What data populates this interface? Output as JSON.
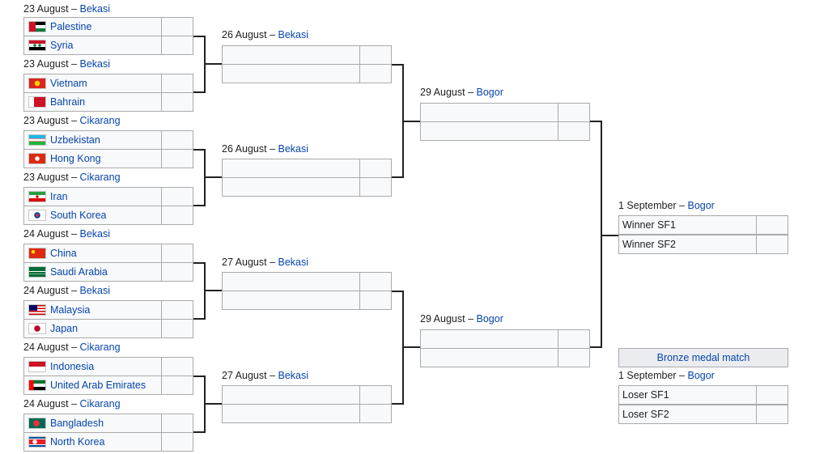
{
  "r16_headers": [
    {
      "date": "23 August",
      "venue": "Bekasi"
    },
    {
      "date": "23 August",
      "venue": "Bekasi"
    },
    {
      "date": "23 August",
      "venue": "Cikarang"
    },
    {
      "date": "23 August",
      "venue": "Cikarang"
    },
    {
      "date": "24 August",
      "venue": "Bekasi"
    },
    {
      "date": "24 August",
      "venue": "Bekasi"
    },
    {
      "date": "24 August",
      "venue": "Cikarang"
    },
    {
      "date": "24 August",
      "venue": "Cikarang"
    }
  ],
  "r16_teams": [
    {
      "name": "Palestine",
      "flag": "palestine-flag-icon"
    },
    {
      "name": "Syria",
      "flag": "syria-flag-icon"
    },
    {
      "name": "Vietnam",
      "flag": "vietnam-flag-icon"
    },
    {
      "name": "Bahrain",
      "flag": "bahrain-flag-icon"
    },
    {
      "name": "Uzbekistan",
      "flag": "uzbekistan-flag-icon"
    },
    {
      "name": "Hong Kong",
      "flag": "hong-kong-flag-icon"
    },
    {
      "name": "Iran",
      "flag": "iran-flag-icon"
    },
    {
      "name": "South Korea",
      "flag": "south-korea-flag-icon"
    },
    {
      "name": "China",
      "flag": "china-flag-icon"
    },
    {
      "name": "Saudi Arabia",
      "flag": "saudi-arabia-flag-icon"
    },
    {
      "name": "Malaysia",
      "flag": "malaysia-flag-icon"
    },
    {
      "name": "Japan",
      "flag": "japan-flag-icon"
    },
    {
      "name": "Indonesia",
      "flag": "indonesia-flag-icon"
    },
    {
      "name": "United Arab Emirates",
      "flag": "uae-flag-icon"
    },
    {
      "name": "Bangladesh",
      "flag": "bangladesh-flag-icon"
    },
    {
      "name": "North Korea",
      "flag": "north-korea-flag-icon"
    }
  ],
  "qf_headers": [
    {
      "date": "26 August",
      "venue": "Bekasi"
    },
    {
      "date": "26 August",
      "venue": "Bekasi"
    },
    {
      "date": "27 August",
      "venue": "Bekasi"
    },
    {
      "date": "27 August",
      "venue": "Bekasi"
    }
  ],
  "sf_headers": [
    {
      "date": "29 August",
      "venue": "Bogor"
    },
    {
      "date": "29 August",
      "venue": "Bogor"
    }
  ],
  "final": {
    "date": "1 September",
    "venue": "Bogor",
    "team1": "Winner SF1",
    "team2": "Winner SF2"
  },
  "bronze": {
    "title": "Bronze medal match",
    "date": "1 September",
    "venue": "Bogor",
    "team1": "Loser SF1",
    "team2": "Loser SF2"
  },
  "colors": {
    "link": "#0645ad",
    "cell_bg": "#f8f9fa",
    "border": "#aaaaaa",
    "connector": "#202122"
  }
}
